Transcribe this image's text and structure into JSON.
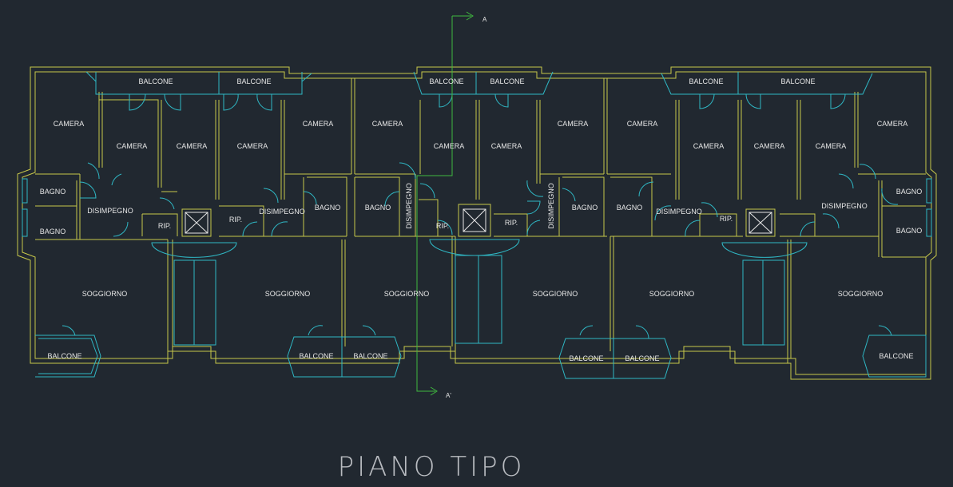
{
  "title": "PIANO TIPO",
  "section_marks": {
    "top": "A",
    "bottom": "A'"
  },
  "colors": {
    "background": "#212830",
    "walls": "#c8c84a",
    "fixtures": "#2fb7c4",
    "section_line": "#3fb83f",
    "text": "#e6e6e6"
  },
  "rooms": [
    "BALCONE",
    "BALCONE",
    "BALCONE",
    "BALCONE",
    "BALCONE",
    "BALCONE",
    "CAMERA",
    "CAMERA",
    "CAMERA",
    "CAMERA",
    "CAMERA",
    "CAMERA",
    "CAMERA",
    "CAMERA",
    "CAMERA",
    "CAMERA",
    "CAMERA",
    "CAMERA",
    "CAMERA",
    "CAMERA",
    "BAGNO",
    "BAGNO",
    "BAGNO",
    "BAGNO",
    "BAGNO",
    "BAGNO",
    "BAGNO",
    "BAGNO",
    "DISIMPEGNO",
    "DISIMPEGNO",
    "DISIMPEGNO",
    "DISIMPEGNO",
    "DISIMPEGNO",
    "DISIMPEGNO",
    "RIP.",
    "RIP.",
    "RIP.",
    "RIP.",
    "RIP.",
    "SOGGIORNO",
    "SOGGIORNO",
    "SOGGIORNO",
    "SOGGIORNO",
    "SOGGIORNO",
    "SOGGIORNO",
    "BALCONE",
    "BALCONE",
    "BALCONE",
    "BALCONE",
    "BALCONE",
    "BALCONE"
  ]
}
